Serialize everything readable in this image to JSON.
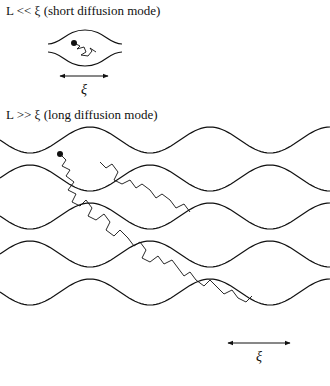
{
  "diagram": {
    "labels": [
      "L << ξ (short diffusion mode)",
      "ξ",
      "L >> ξ (long diffusion mode)",
      "ξ"
    ]
  }
}
